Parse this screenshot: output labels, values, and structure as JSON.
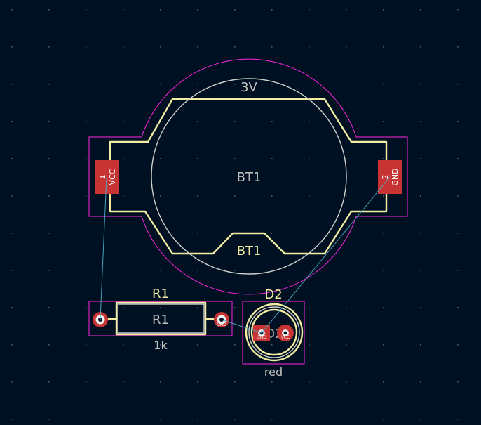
{
  "colors": {
    "background": "#001023",
    "grid_dot": "#4a5c70",
    "silkscreen": "#f2eda1",
    "courtyard": "#ff26e2",
    "fabrication": "#d0d2cd",
    "copper_pad": "#c83434",
    "ratsnest": "#4dafc6"
  },
  "footprints": {
    "bt1": {
      "reference_silk": "BT1",
      "reference_fab": "BT1",
      "value": "3V",
      "pads": [
        {
          "number": "1",
          "net": "VCC"
        },
        {
          "number": "2",
          "net": "GND"
        }
      ]
    },
    "r1": {
      "reference_silk": "R1",
      "reference_fab": "R1",
      "value": "1k",
      "pads": [
        {
          "number": "",
          "net": ""
        },
        {
          "number": "",
          "net": "GND"
        }
      ]
    },
    "d2": {
      "reference_silk": "D2",
      "reference_fab": "D2",
      "value": "red",
      "pads": [
        {
          "number": "",
          "net": "GND"
        },
        {
          "number": "",
          "net": "VCC"
        }
      ]
    }
  }
}
